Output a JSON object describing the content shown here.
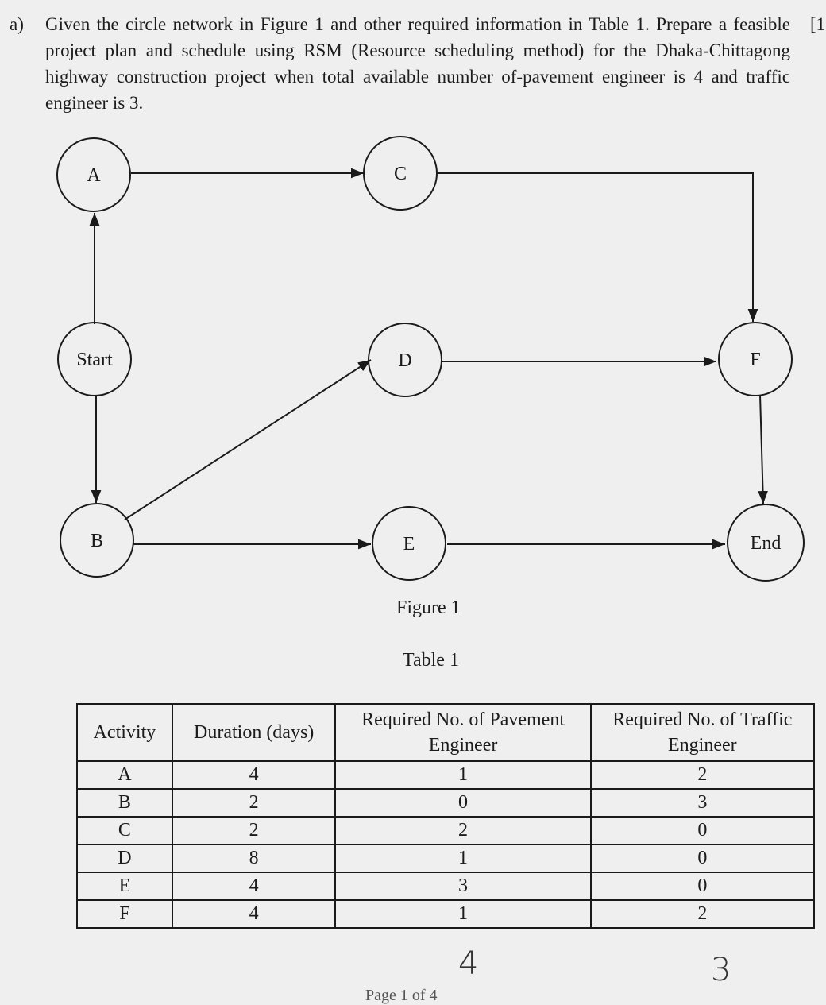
{
  "question": {
    "label": "a)",
    "text": "Given the circle network in Figure 1 and other required information in Table 1. Prepare a feasible project plan and schedule using RSM (Resource scheduling method) for the Dhaka-Chittagong highway construction project when total available number of-pavement engineer is 4 and traffic engineer is 3.",
    "marks": "[1"
  },
  "figure": {
    "caption": "Figure 1",
    "nodes": {
      "a": "A",
      "c": "C",
      "start": "Start",
      "d": "D",
      "f": "F",
      "b": "B",
      "e": "E",
      "end": "End"
    }
  },
  "table": {
    "caption": "Table 1",
    "headers": [
      "Activity",
      "Duration (days)",
      "Required No. of Pavement Engineer",
      "Required No. of Traffic Engineer"
    ],
    "rows": [
      [
        "A",
        "4",
        "1",
        "2"
      ],
      [
        "B",
        "2",
        "0",
        "3"
      ],
      [
        "C",
        "2",
        "2",
        "0"
      ],
      [
        "D",
        "8",
        "1",
        "0"
      ],
      [
        "E",
        "4",
        "3",
        "0"
      ],
      [
        "F",
        "4",
        "1",
        "2"
      ]
    ]
  },
  "handwriting": {
    "pavement_total": "4",
    "traffic_total": "3"
  },
  "footer": "Page 1 of 4"
}
